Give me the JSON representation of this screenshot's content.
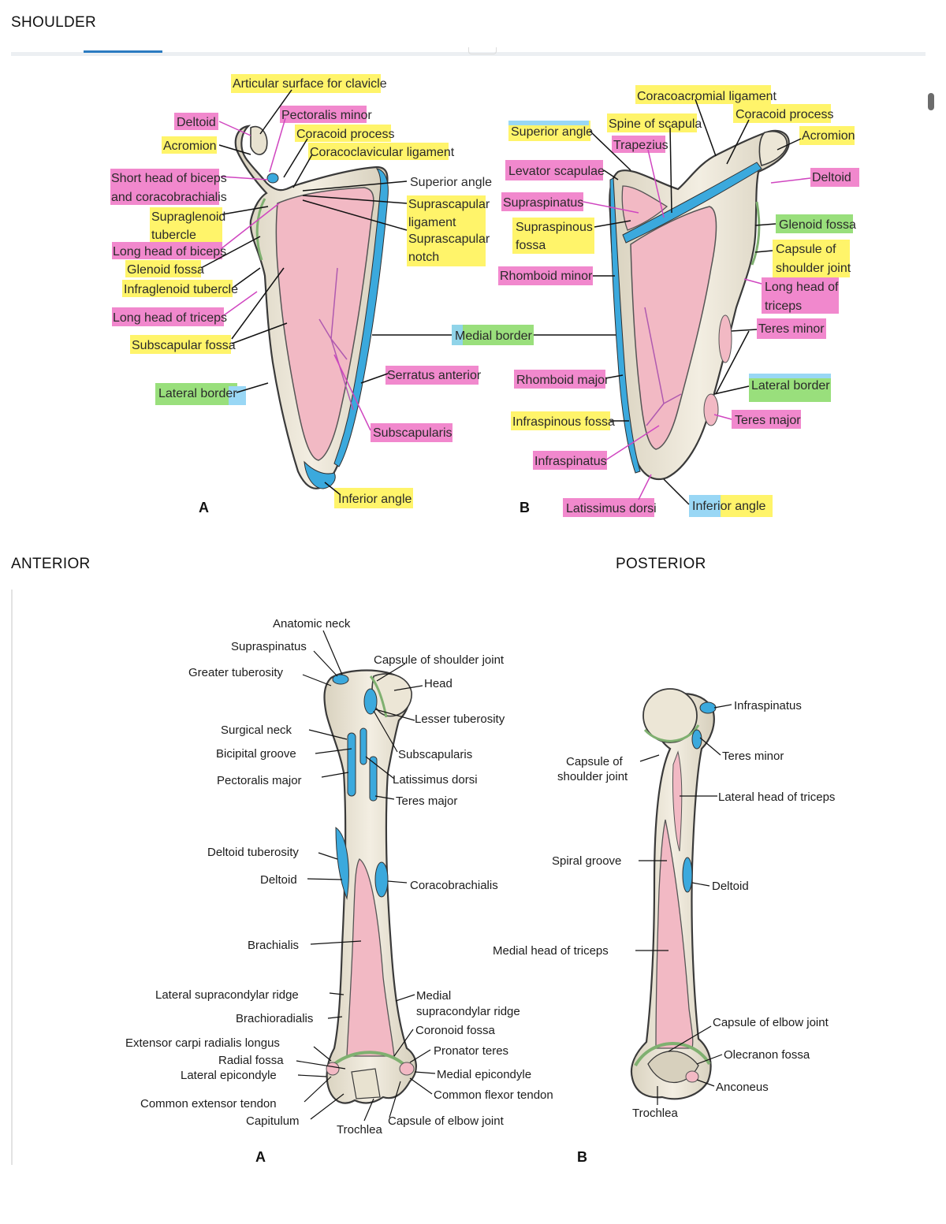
{
  "headings": {
    "shoulder": "SHOULDER",
    "anterior": "ANTERIOR",
    "posterior": "POSTERIOR"
  },
  "scapula_anterior": {
    "letter": "A",
    "labels": {
      "articular_surface": "Articular surface for clavicle",
      "deltoid": "Deltoid",
      "pectoralis_minor": "Pectoralis minor",
      "coracoid_process": "Coracoid process",
      "acromion": "Acromion",
      "coracoclavicular": "Coracoclavicular ligament",
      "short_head_1": "Short head of biceps",
      "short_head_2": "and coracobrachialis",
      "superior_angle": "Superior angle",
      "supraglenoid_1": "Supraglenoid",
      "supraglenoid_2": "tubercle",
      "suprascapular_lig_1": "Suprascapular",
      "suprascapular_lig_2": "ligament",
      "suprascapular_notch_1": "Suprascapular",
      "suprascapular_notch_2": "notch",
      "long_head_biceps": "Long head of biceps",
      "glenoid_fossa": "Glenoid fossa",
      "infraglenoid": "Infraglenoid tubercle",
      "long_head_triceps": "Long head of triceps",
      "subscapular_fossa": "Subscapular fossa",
      "serratus_anterior": "Serratus anterior",
      "lateral_border": "Lateral border",
      "subscapularis": "Subscapularis",
      "inferior_angle": "Inferior angle"
    }
  },
  "medial_border": "Medial border",
  "scapula_posterior": {
    "letter": "B",
    "labels": {
      "coracoacromial": "Coracoacromial ligament",
      "coracoid_process": "Coracoid process",
      "superior_angle": "Superior angle",
      "spine_of_scapula": "Spine of scapula",
      "acromion": "Acromion",
      "trapezius": "Trapezius",
      "levator_scapulae": "Levator scapulae",
      "deltoid": "Deltoid",
      "supraspinatus": "Supraspinatus",
      "glenoid_fossa": "Glenoid fossa",
      "supraspinous_1": "Supraspinous",
      "supraspinous_2": "fossa",
      "capsule_1": "Capsule of",
      "capsule_2": "shoulder joint",
      "rhomboid_minor": "Rhomboid minor",
      "long_head_triceps_1": "Long head of",
      "long_head_triceps_2": "triceps",
      "teres_minor": "Teres minor",
      "rhomboid_major": "Rhomboid major",
      "lateral_border": "Lateral border",
      "infraspinous_fossa": "Infraspinous fossa",
      "teres_major": "Teres major",
      "infraspinatus": "Infraspinatus",
      "latissimus_dorsi": "Latissimus dorsi",
      "inferior_angle": "Inferior angle"
    }
  },
  "humerus_anterior": {
    "letter": "A",
    "labels": {
      "anatomic_neck": "Anatomic neck",
      "supraspinatus": "Supraspinatus",
      "capsule_shoulder": "Capsule of shoulder joint",
      "greater_tuberosity": "Greater tuberosity",
      "head": "Head",
      "lesser_tuberosity": "Lesser tuberosity",
      "surgical_neck": "Surgical neck",
      "bicipital_groove": "Bicipital groove",
      "subscapularis": "Subscapularis",
      "pectoralis_major": "Pectoralis major",
      "latissimus_dorsi": "Latissimus dorsi",
      "teres_major": "Teres major",
      "deltoid_tuberosity": "Deltoid tuberosity",
      "deltoid": "Deltoid",
      "coracobrachialis": "Coracobrachialis",
      "brachialis": "Brachialis",
      "lateral_supracondylar": "Lateral supracondylar ridge",
      "medial_supracondylar_1": "Medial",
      "medial_supracondylar_2": "supracondylar ridge",
      "brachioradialis": "Brachioradialis",
      "coronoid_fossa": "Coronoid fossa",
      "ecrl": "Extensor carpi radialis longus",
      "pronator_teres": "Pronator teres",
      "radial_fossa": "Radial fossa",
      "lateral_epicondyle": "Lateral epicondyle",
      "medial_epicondyle": "Medial epicondyle",
      "common_extensor": "Common extensor tendon",
      "common_flexor": "Common flexor tendon",
      "capitulum": "Capitulum",
      "capsule_elbow": "Capsule of elbow joint",
      "trochlea": "Trochlea"
    }
  },
  "humerus_posterior": {
    "letter": "B",
    "labels": {
      "infraspinatus": "Infraspinatus",
      "teres_minor": "Teres minor",
      "capsule_shoulder_1": "Capsule of",
      "capsule_shoulder_2": "shoulder joint",
      "lateral_head_triceps": "Lateral head of triceps",
      "spiral_groove": "Spiral groove",
      "deltoid": "Deltoid",
      "medial_head_triceps": "Medial head of triceps",
      "capsule_elbow": "Capsule of elbow joint",
      "olecranon_fossa": "Olecranon fossa",
      "anconeus": "Anconeus",
      "trochlea": "Trochlea"
    }
  },
  "colors": {
    "highlight_yellow": "#fff35a",
    "highlight_pink": "#f07cc8",
    "highlight_green": "#8fdc6e",
    "highlight_blue": "#8fd3f5",
    "bone": "#ece6d6",
    "muscle_origin_pink": "#f2b9c4",
    "muscle_insertion_blue": "#3ba9dd",
    "capsule_green": "#7fb070"
  }
}
